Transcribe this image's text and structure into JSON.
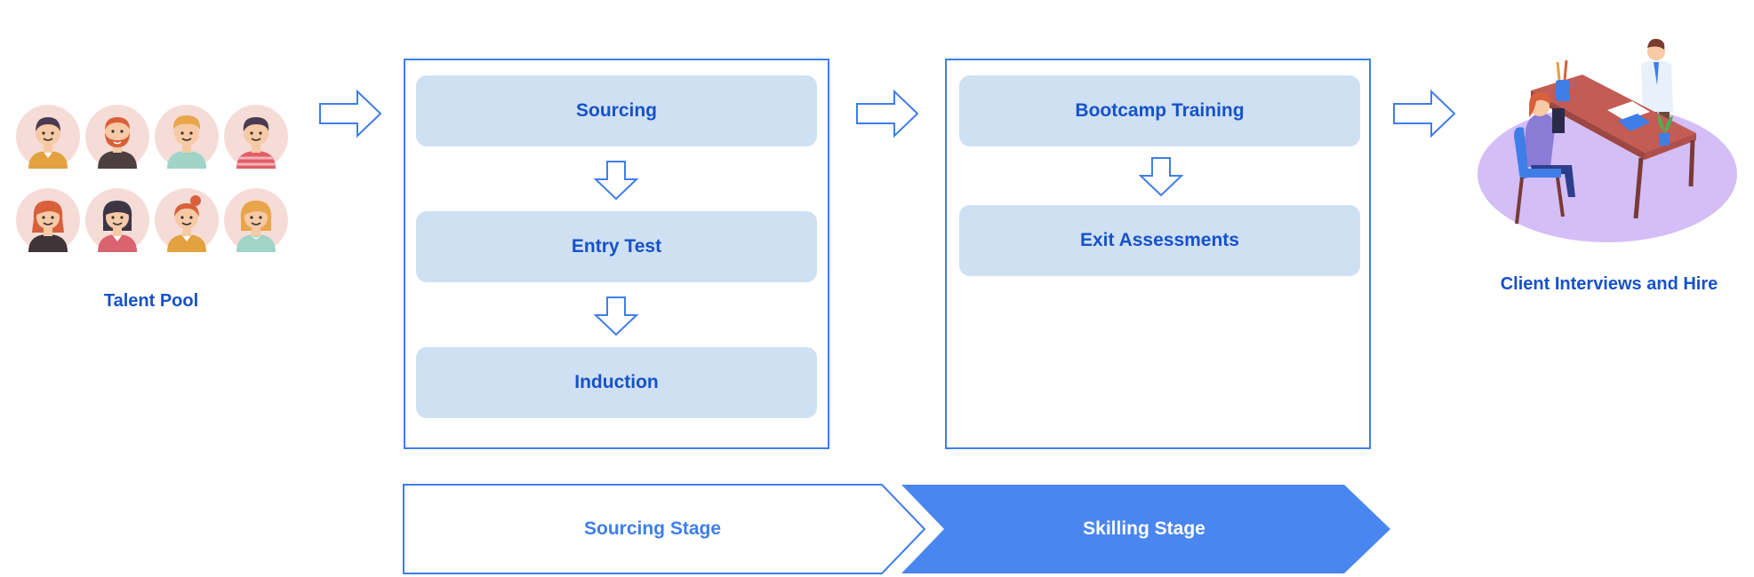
{
  "talent_pool": {
    "label": "Talent Pool",
    "avatars": [
      {
        "icon": "avatar-man-dark-hair-icon"
      },
      {
        "icon": "avatar-man-beard-icon"
      },
      {
        "icon": "avatar-man-blond-icon"
      },
      {
        "icon": "avatar-man-striped-shirt-icon"
      },
      {
        "icon": "avatar-woman-red-hair-icon"
      },
      {
        "icon": "avatar-woman-dark-hair-icon"
      },
      {
        "icon": "avatar-woman-bun-icon"
      },
      {
        "icon": "avatar-woman-blonde-icon"
      }
    ]
  },
  "sourcing_panel": {
    "steps": [
      "Sourcing",
      "Entry Test",
      "Induction"
    ]
  },
  "skilling_panel": {
    "steps": [
      "Bootcamp Training",
      "Exit Assessments"
    ]
  },
  "hire": {
    "label": "Client Interviews and Hire",
    "icon": "interview-illustration-icon"
  },
  "stages": {
    "sourcing": "Sourcing Stage",
    "skilling": "Skilling Stage"
  },
  "colors": {
    "primary": "#3f7ee8",
    "step_fill": "#cfe0f3",
    "text": "#1652c8",
    "stage_fill": "#4a86f0",
    "platform": "#d4bef7"
  }
}
